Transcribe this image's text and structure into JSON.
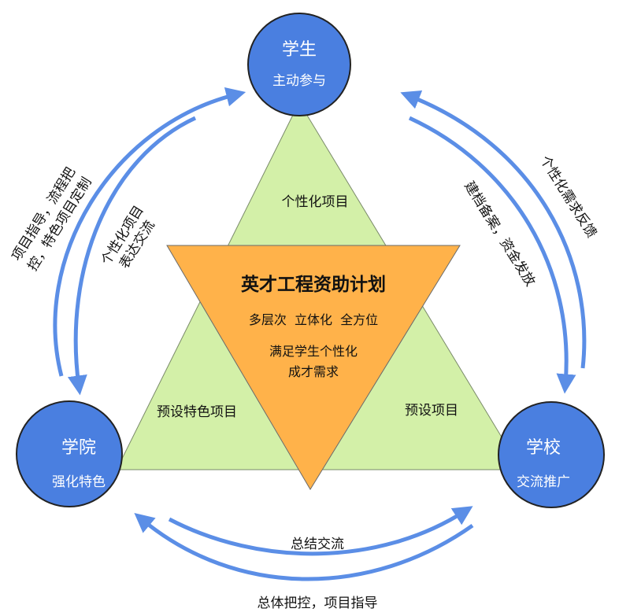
{
  "nodes": {
    "student": {
      "title": "学生",
      "subtitle": "主动参与"
    },
    "college": {
      "title": "学院",
      "subtitle": "强化特色"
    },
    "school": {
      "title": "学校",
      "subtitle": "交流推广"
    }
  },
  "regions": {
    "top": "个性化项目",
    "left": "预设特色项目",
    "right": "预设项目"
  },
  "center": {
    "title": "英才工程资助计划",
    "line1": "多层次  立体化  全方位",
    "line2": "满足学生个性化",
    "line3": "成才需求"
  },
  "edges": {
    "left_outer": [
      "项目指导，流程把",
      "控，特色项目定制"
    ],
    "left_inner": [
      "个性化项目",
      "表达交流"
    ],
    "right_outer": "个性化需求反馈",
    "right_inner": "建档备案，资金发放",
    "bottom_inner": "总结交流",
    "bottom_outer": "总体把控，项目指导"
  },
  "colors": {
    "node_fill": "#4a7fe0",
    "triangle_fill": "#d3f0a8",
    "center_fill": "#ffb24a",
    "arrow": "#5b8ee6"
  }
}
